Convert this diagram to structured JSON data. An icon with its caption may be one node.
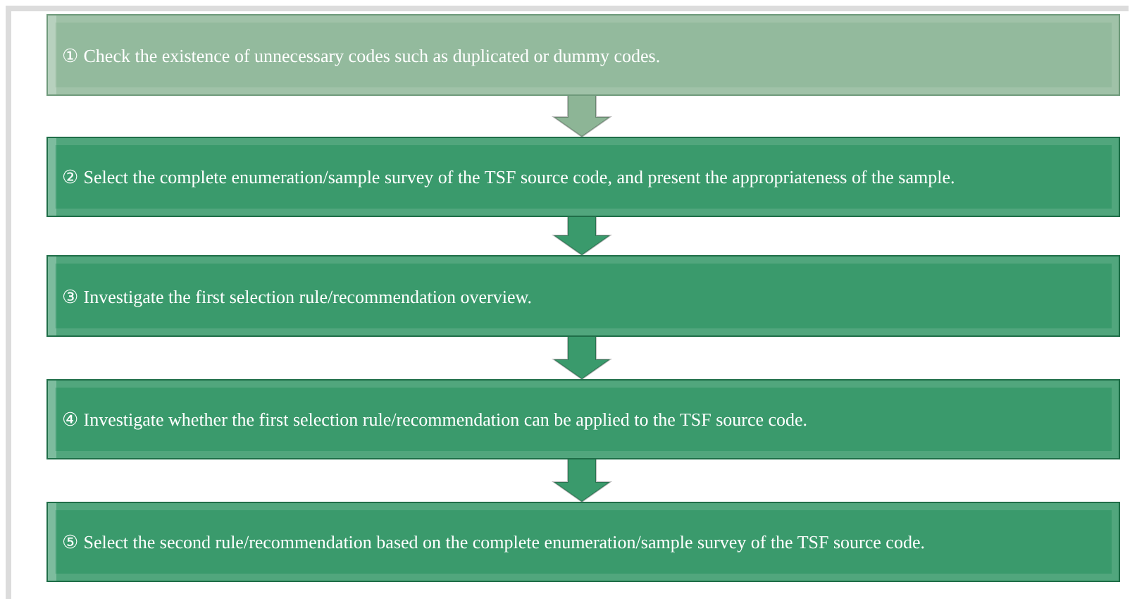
{
  "diagram": {
    "nodes": [
      {
        "text": [
          "① Check the existence of unnecessary codes such as duplicated or dummy codes."
        ]
      },
      {
        "text": [
          "② Select the complete enumeration/sample survey of the TSF source code, and present the appropriateness of the sample."
        ]
      },
      {
        "text": [
          "③ Investigate the first selection rule/recommendation overview."
        ]
      },
      {
        "text": [
          "④ Investigate whether the first selection rule/recommendation can be applied to the TSF source code."
        ]
      },
      {
        "text": [
          "⑤ Select the second rule/recommendation based on the complete enumeration/sample survey of the TSF source code."
        ]
      }
    ],
    "edges": [
      {
        "from": 0,
        "to": 1,
        "arrow": "to",
        "color": "#8db596"
      },
      {
        "from": 1,
        "to": 2,
        "arrow": "to"
      },
      {
        "from": 2,
        "to": 3,
        "arrow": "to"
      },
      {
        "from": 3,
        "to": 4,
        "arrow": "to"
      }
    ]
  }
}
